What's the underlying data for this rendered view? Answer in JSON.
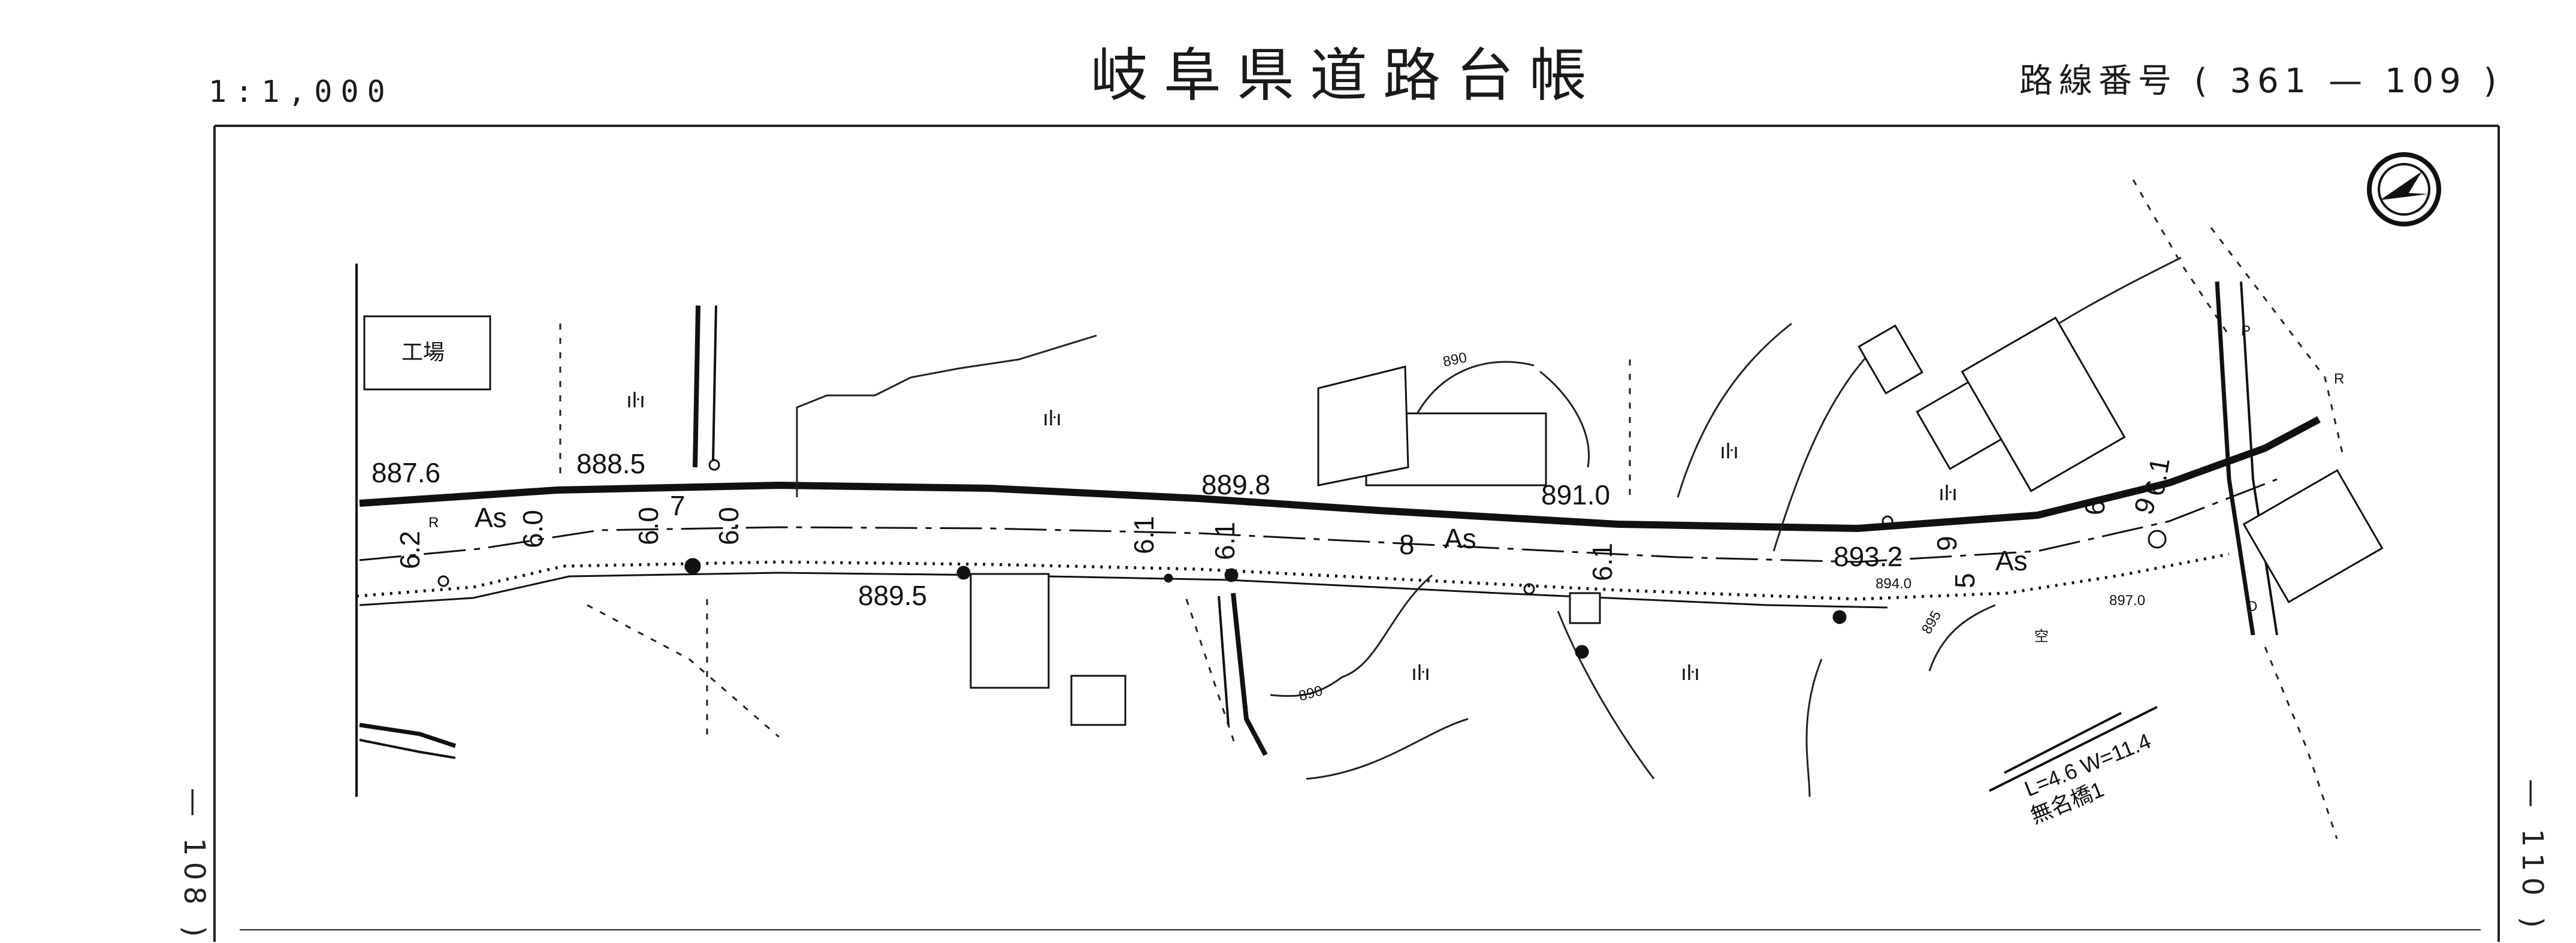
{
  "header": {
    "scale": "1:1,000",
    "title": "岐阜県道路台帳",
    "route_number": "路線番号 ( 361 — 109 )"
  },
  "adjacent_sheets": {
    "previous": "— 108 )",
    "next": "— 110 )"
  },
  "map": {
    "building_factory_label": "工場",
    "field_symbol": "ıŀı",
    "surface_label": "As",
    "elevations": [
      "887.6",
      "888.5",
      "889.8",
      "891.0",
      "889.5",
      "893.2"
    ],
    "small_elevations": [
      "894.0",
      "897.0"
    ],
    "contour_labels": [
      "890",
      "890",
      "895"
    ],
    "road_widths": [
      "6.2",
      "6.0",
      "6.0",
      "7",
      "6.0",
      "6.1",
      "6.1",
      "8",
      "6.1",
      "9",
      "6",
      "9",
      "6.1",
      "5"
    ],
    "bridge_dimensions": "L=4.6 W=11.4",
    "bridge_name": "無名橋1",
    "vacant_label": "空",
    "misc_letters": [
      "R",
      "P",
      "D",
      "R"
    ]
  },
  "colors": {
    "ink": "#111111",
    "paper": "#ffffff"
  }
}
